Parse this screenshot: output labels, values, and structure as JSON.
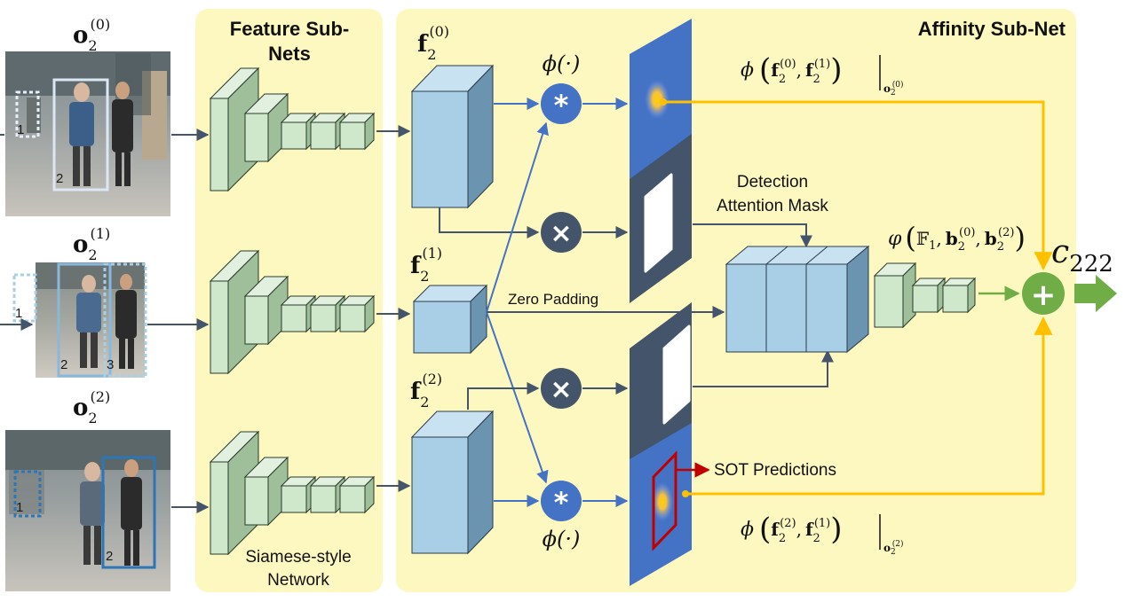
{
  "panels": {
    "feature_title_line1": "Feature Sub-",
    "feature_title_line2": "Nets",
    "affinity_title": "Affinity Sub-Net",
    "siamese_line1": "Siamese-style",
    "siamese_line2": "Network"
  },
  "inputs": [
    {
      "label": "o",
      "sub": "2",
      "sup": "(0)",
      "boxes": [
        "1",
        "2"
      ]
    },
    {
      "label": "o",
      "sub": "2",
      "sup": "(1)",
      "boxes": [
        "1",
        "2",
        "3"
      ]
    },
    {
      "label": "o",
      "sub": "2",
      "sup": "(2)",
      "boxes": [
        "1",
        "2"
      ]
    }
  ],
  "features": [
    {
      "label": "f",
      "sub": "2",
      "sup": "(0)"
    },
    {
      "label": "f",
      "sub": "2",
      "sup": "(1)"
    },
    {
      "label": "f",
      "sub": "2",
      "sup": "(2)"
    }
  ],
  "operators": {
    "phi_symbol": "ϕ(·)",
    "conv_symbol": "*",
    "mult_symbol": "×",
    "plus_symbol": "+"
  },
  "labels": {
    "detection_line1": "Detection",
    "detection_line2": "Attention Mask",
    "zero_padding": "Zero Padding",
    "sot_predictions": "SOT Predictions",
    "output_symbol": "c",
    "output_sub": "222",
    "phi_top": {
      "f_a": "f",
      "sup_a": "(0)",
      "f_b": "f",
      "sup_b": "(1)",
      "sub": "2",
      "eval_o": "o",
      "eval_sub": "2",
      "eval_sup": "(0)"
    },
    "phi_bottom": {
      "f_a": "f",
      "sup_a": "(2)",
      "f_b": "f",
      "sup_b": "(1)",
      "sub": "2",
      "eval_o": "o",
      "eval_sub": "2",
      "eval_sup": "(2)"
    },
    "varphi": {
      "sym": "φ",
      "F": "𝔽",
      "F_sub": "1",
      "b1": "b",
      "b1_sup": "(0)",
      "b2": "b",
      "b2_sup": "(2)",
      "sub": "2"
    }
  },
  "colors": {
    "panel_fill": "#fdf8c0",
    "cube_blue": "#a8cfe5",
    "cube_green": "#cfe8cc",
    "circle_blue": "#4472c4",
    "circle_dark": "#44546a",
    "plus_green": "#70ad47",
    "arrow_yellow": "#ffc000",
    "arrow_red": "#c00000",
    "mask_dark": "#44546a",
    "heat_blue": "#4472c4"
  }
}
